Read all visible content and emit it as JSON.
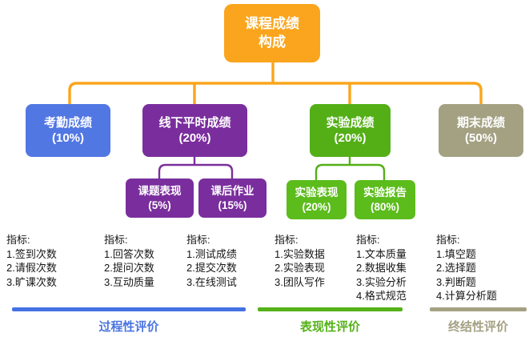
{
  "root": {
    "line1": "课程成绩",
    "line2": "构成"
  },
  "level2": [
    {
      "label": "考勤成绩",
      "percent": "(10%)"
    },
    {
      "label": "线下平时成绩",
      "percent": "(20%)"
    },
    {
      "label": "实验成绩",
      "percent": "(20%)"
    },
    {
      "label": "期末成绩",
      "percent": "(50%)"
    }
  ],
  "level3": {
    "offline": [
      {
        "label": "课题表现",
        "percent": "(5%)"
      },
      {
        "label": "课后作业",
        "percent": "(15%)"
      }
    ],
    "experiment": [
      {
        "label": "实验表现",
        "percent": "(20%)"
      },
      {
        "label": "实验报告",
        "percent": "(80%)"
      }
    ]
  },
  "indicators": [
    {
      "heading": "指标:",
      "items": [
        "1.签到次数",
        "2.请假次数",
        "3.旷课次数"
      ]
    },
    {
      "heading": "指标:",
      "items": [
        "1.回答次数",
        "2.提问次数",
        "3.互动质量"
      ]
    },
    {
      "heading": "指标:",
      "items": [
        "1.测试成绩",
        "2.提交次数",
        "3.在线测试"
      ]
    },
    {
      "heading": "指标:",
      "items": [
        "1.实验数据",
        "2.实验表现",
        "3.团队写作"
      ]
    },
    {
      "heading": "指标:",
      "items": [
        "1.文本质量",
        "2.数据收集",
        "3.实验分析",
        "4.格式规范"
      ]
    },
    {
      "heading": "指标:",
      "items": [
        "1.填空题",
        "2.选择题",
        "3.判断题",
        "4.计算分析题"
      ]
    }
  ],
  "footer": [
    {
      "label": "过程性评价",
      "color": "#4472E4"
    },
    {
      "label": "表现性评价",
      "color": "#55B117"
    },
    {
      "label": "终结性评价",
      "color": "#A4A183"
    }
  ],
  "colors": {
    "root_orange": "#FAA51D",
    "attendance_blue": "#5177E3",
    "offline_purple": "#7A2E9D",
    "experiment_green": "#54AF17",
    "experiment_green_light": "#5BBC1B",
    "final_olive": "#A4A183",
    "process_bar_blue": "#4472E4"
  }
}
